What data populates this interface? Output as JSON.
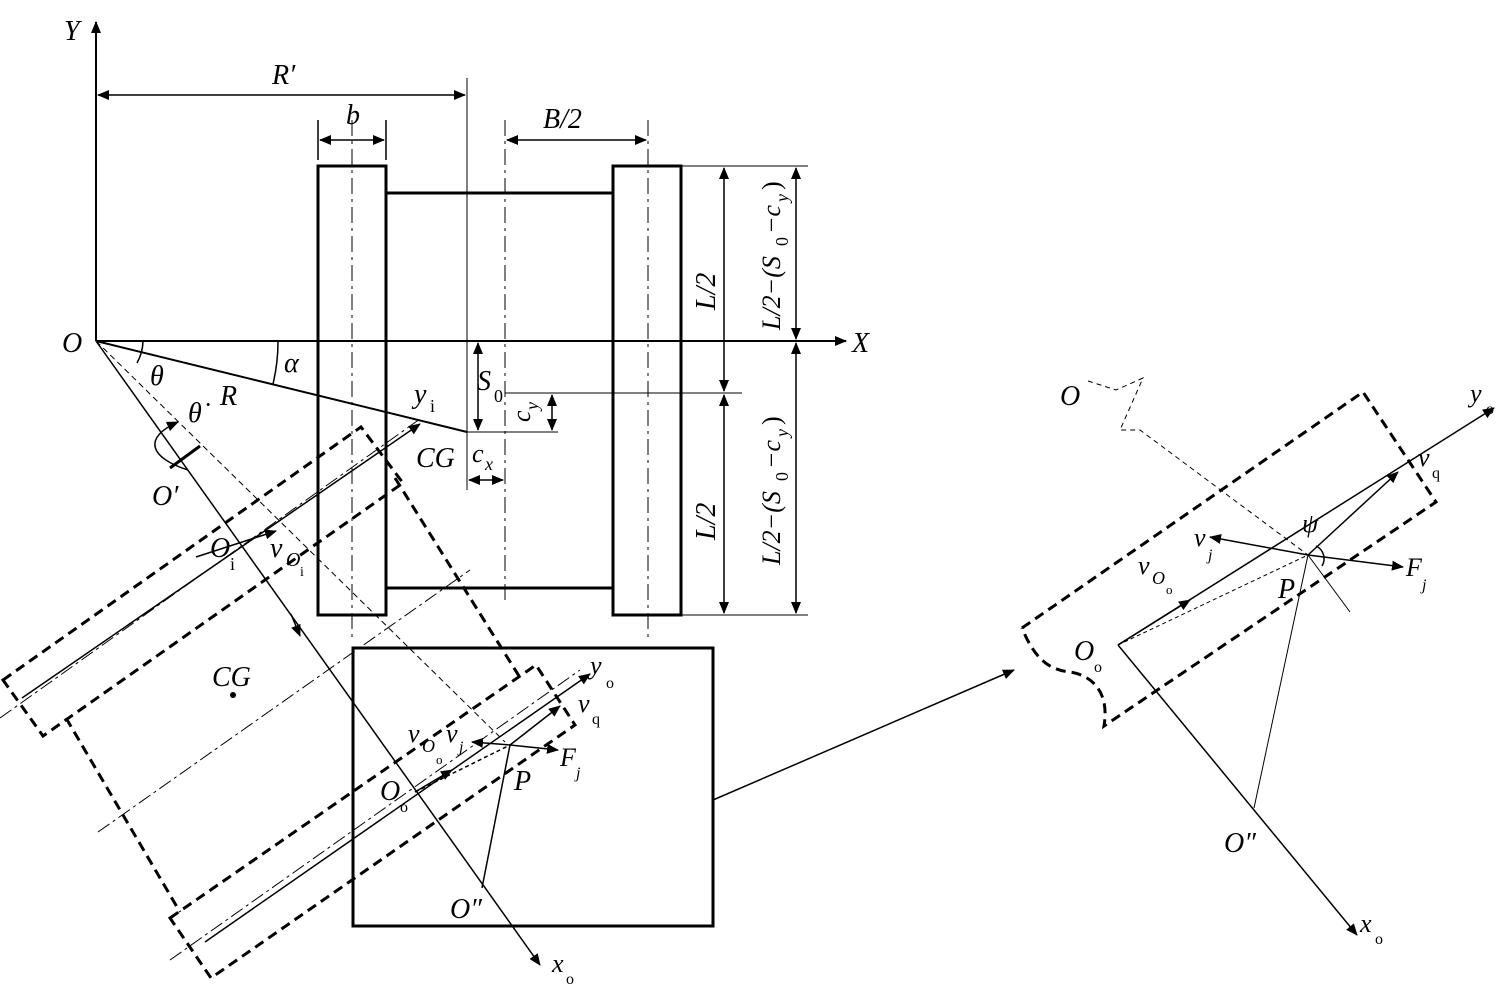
{
  "labels": {
    "Y": "Y",
    "X": "X",
    "O": "O",
    "O_prime": "O′",
    "O_dprime": "O″",
    "R_prime": "R′",
    "R": "R",
    "b": "b",
    "B2": "B/2",
    "L2": "L/2",
    "L2_S0": "L/2−(S",
    "theta": "θ",
    "theta_dot": "θ̇",
    "alpha": "α",
    "psi": "ψ",
    "CG": "CG",
    "S": "S",
    "c": "c",
    "y": "y",
    "x": "x",
    "v": "v",
    "F": "F",
    "P": "P",
    "sub_0": "0",
    "sub_i": "i",
    "sub_o": "o",
    "sub_x": "x",
    "sub_y": "y",
    "sub_j": "j",
    "sub_q": "q",
    "close": ")"
  }
}
